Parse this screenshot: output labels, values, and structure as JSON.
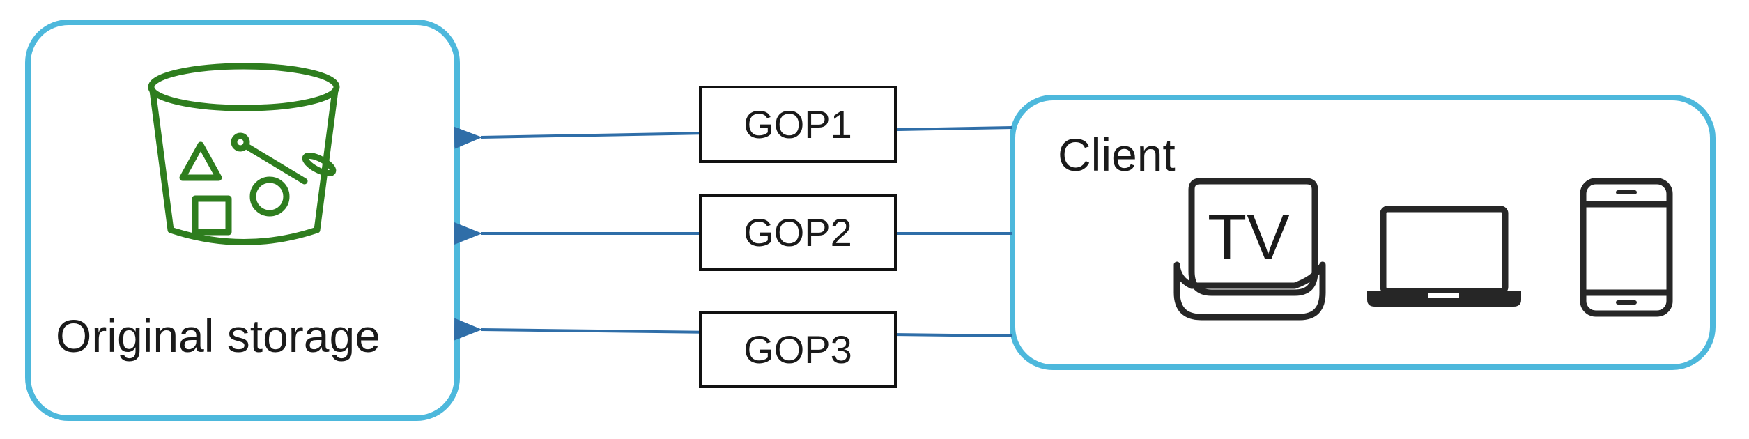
{
  "storage": {
    "label": "Original storage",
    "icon": "bucket-icon"
  },
  "client": {
    "label": "Client",
    "devices": [
      {
        "name": "tv-icon",
        "label": "TV"
      },
      {
        "name": "laptop-icon"
      },
      {
        "name": "tablet-icon"
      }
    ]
  },
  "gops": [
    {
      "label": "GOP1"
    },
    {
      "label": "GOP2"
    },
    {
      "label": "GOP3"
    }
  ],
  "colors": {
    "box_border": "#4db8dc",
    "arrow": "#2f6ea8",
    "bucket": "#2e7d1e",
    "device": "#262626"
  }
}
